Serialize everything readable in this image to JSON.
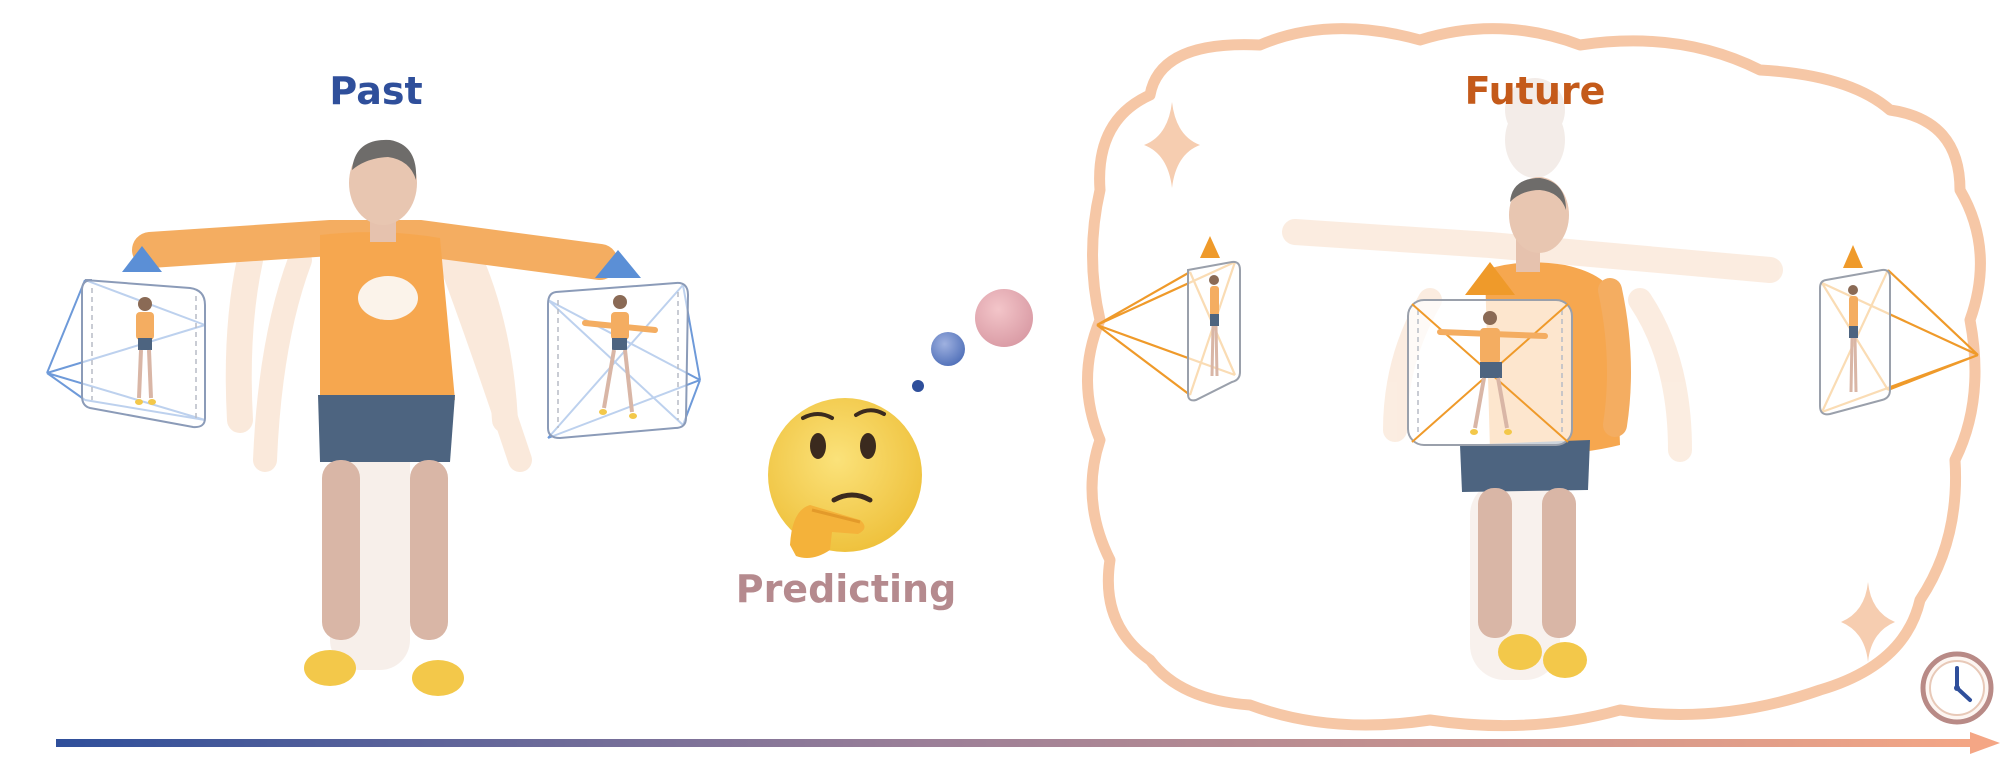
{
  "labels": {
    "past": "Past",
    "future": "Future",
    "predicting": "Predicting"
  },
  "colors": {
    "past_blue": "#2f4f9b",
    "future_orange": "#c45a1a",
    "predicting_mauve": "#b58a8e",
    "camera_blue": "#5b8fd6",
    "camera_orange": "#ef9a2a",
    "cloud_outline": "#f6c7a6",
    "emoji_yellow": "#f7d55a"
  },
  "icons": {
    "thinking": "thinking-face-icon",
    "clock": "clock-icon",
    "sparkle": "sparkle-icon",
    "camera": "camera-icon"
  }
}
